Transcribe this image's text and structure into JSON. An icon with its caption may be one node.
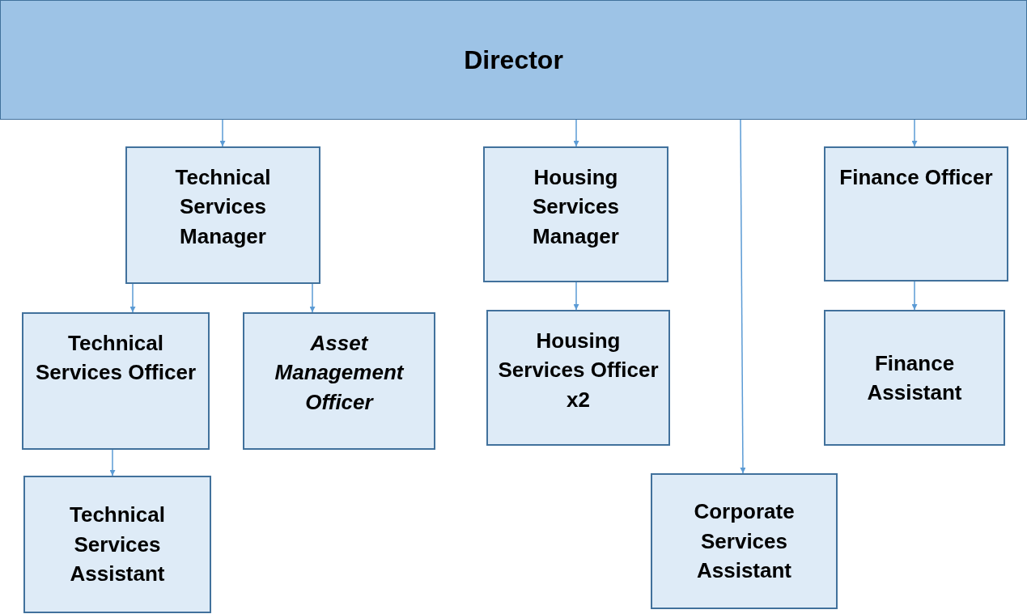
{
  "diagram": {
    "nodes": [
      {
        "text": [
          "Director"
        ]
      },
      {
        "text": [
          "Technical Services Manager"
        ]
      },
      {
        "text": [
          "Housing Services Manager"
        ]
      },
      {
        "text": [
          "Finance Officer"
        ]
      },
      {
        "text": [
          "Technical Services Officer"
        ]
      },
      {
        "text": [
          "Asset Management Officer"
        ]
      },
      {
        "text": [
          "Housing Services Officer x2"
        ]
      },
      {
        "text": [
          "Finance Assistant"
        ]
      },
      {
        "text": [
          "Technical Services Assistant"
        ]
      },
      {
        "text": [
          "Corporate Services Assistant"
        ]
      }
    ],
    "edges": [
      {
        "from": 0,
        "to": 1,
        "arrow": "to"
      },
      {
        "from": 0,
        "to": 2,
        "arrow": "to"
      },
      {
        "from": 0,
        "to": 9,
        "arrow": "to"
      },
      {
        "from": 0,
        "to": 3,
        "arrow": "to"
      },
      {
        "from": 1,
        "to": 4,
        "arrow": "to"
      },
      {
        "from": 1,
        "to": 5,
        "arrow": "to"
      },
      {
        "from": 2,
        "to": 6,
        "arrow": "to"
      },
      {
        "from": 3,
        "to": 7,
        "arrow": "to"
      },
      {
        "from": 4,
        "to": 8,
        "arrow": "to"
      }
    ]
  }
}
